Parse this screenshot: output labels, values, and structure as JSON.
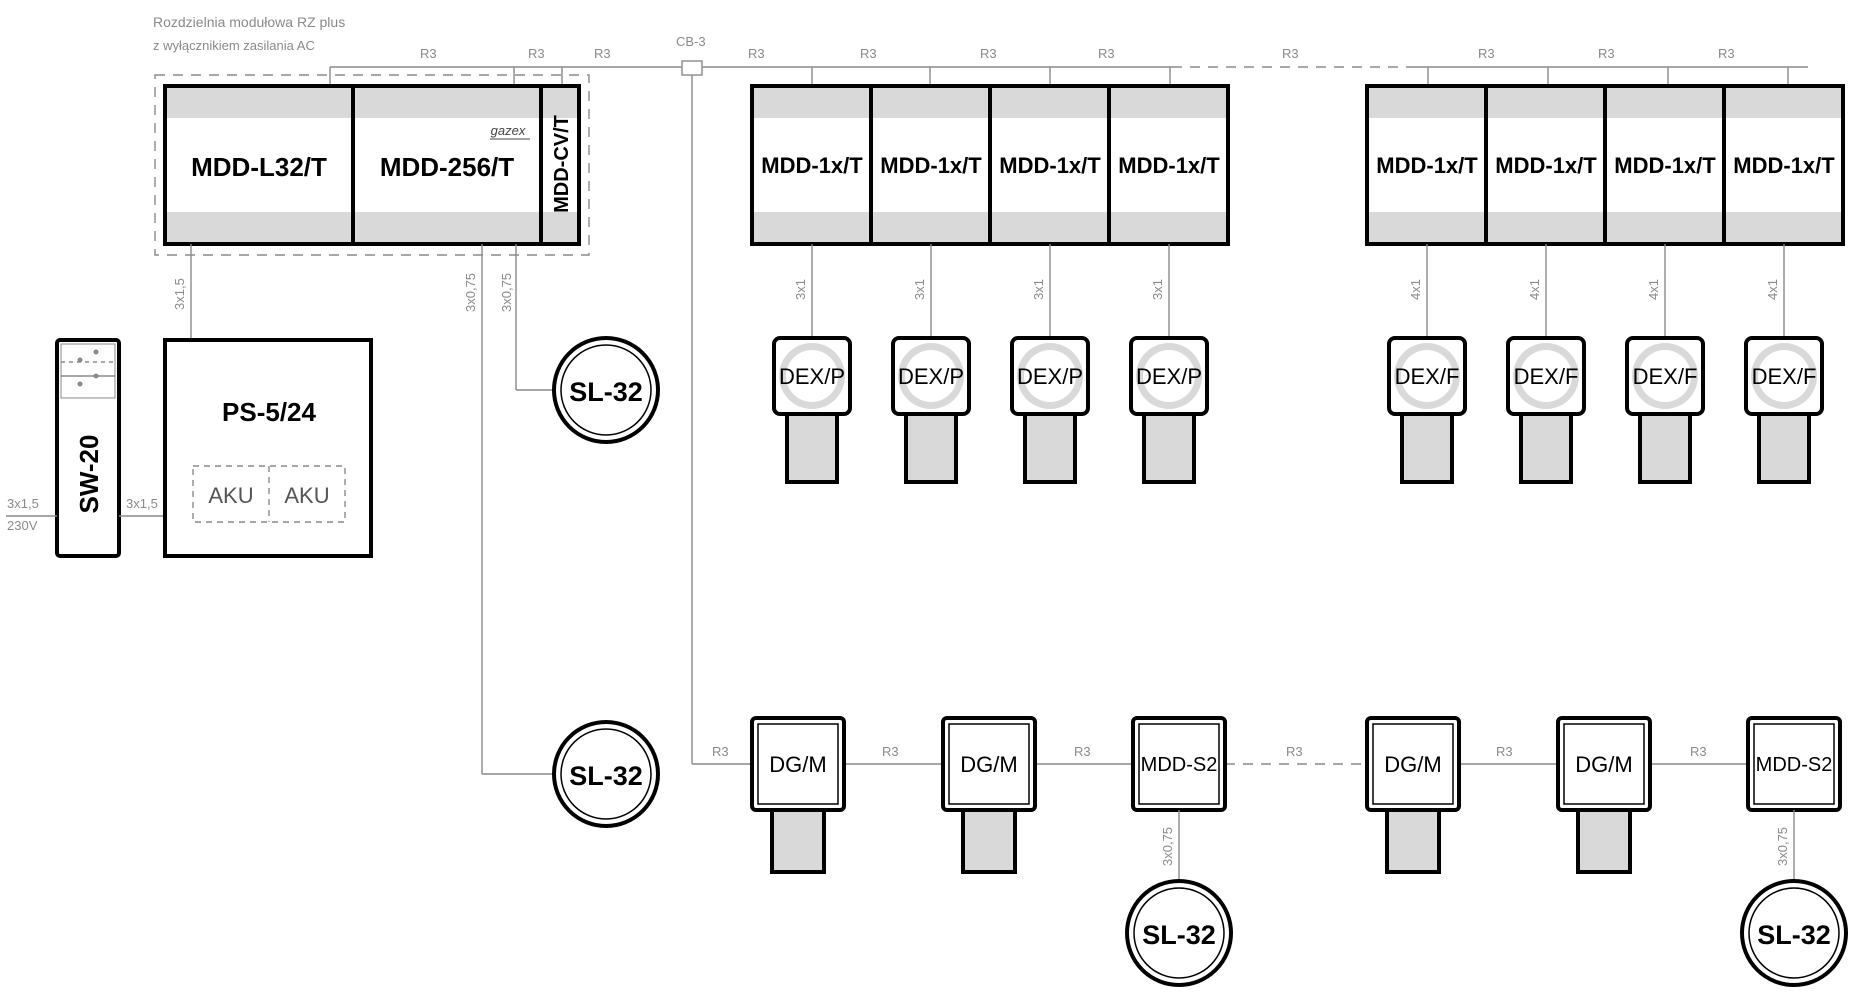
{
  "header": {
    "title": "Rozdzielnia modułowa RZ plus",
    "subtitle": "z wyłącznikiem zasilania AC"
  },
  "brand": "gazex",
  "labels": {
    "r3": "R3",
    "cb": "CB-3",
    "c3x15": "3x1,5",
    "c230": "230V",
    "c3x075": "3x0,75",
    "c3x1": "3x1",
    "c4x1": "4x1",
    "aku": "AKU"
  },
  "modules": {
    "l32": "MDD-L32/T",
    "m256": "MDD-256/T",
    "cv": "MDD-CV/T",
    "ps": "PS-5/24",
    "sw": "SW-20",
    "mdd1x": "MDD-1x/T",
    "dexp": "DEX/P",
    "dexf": "DEX/F",
    "dgm": "DG/M",
    "s2": "MDD-S2",
    "sl32": "SL-32"
  }
}
